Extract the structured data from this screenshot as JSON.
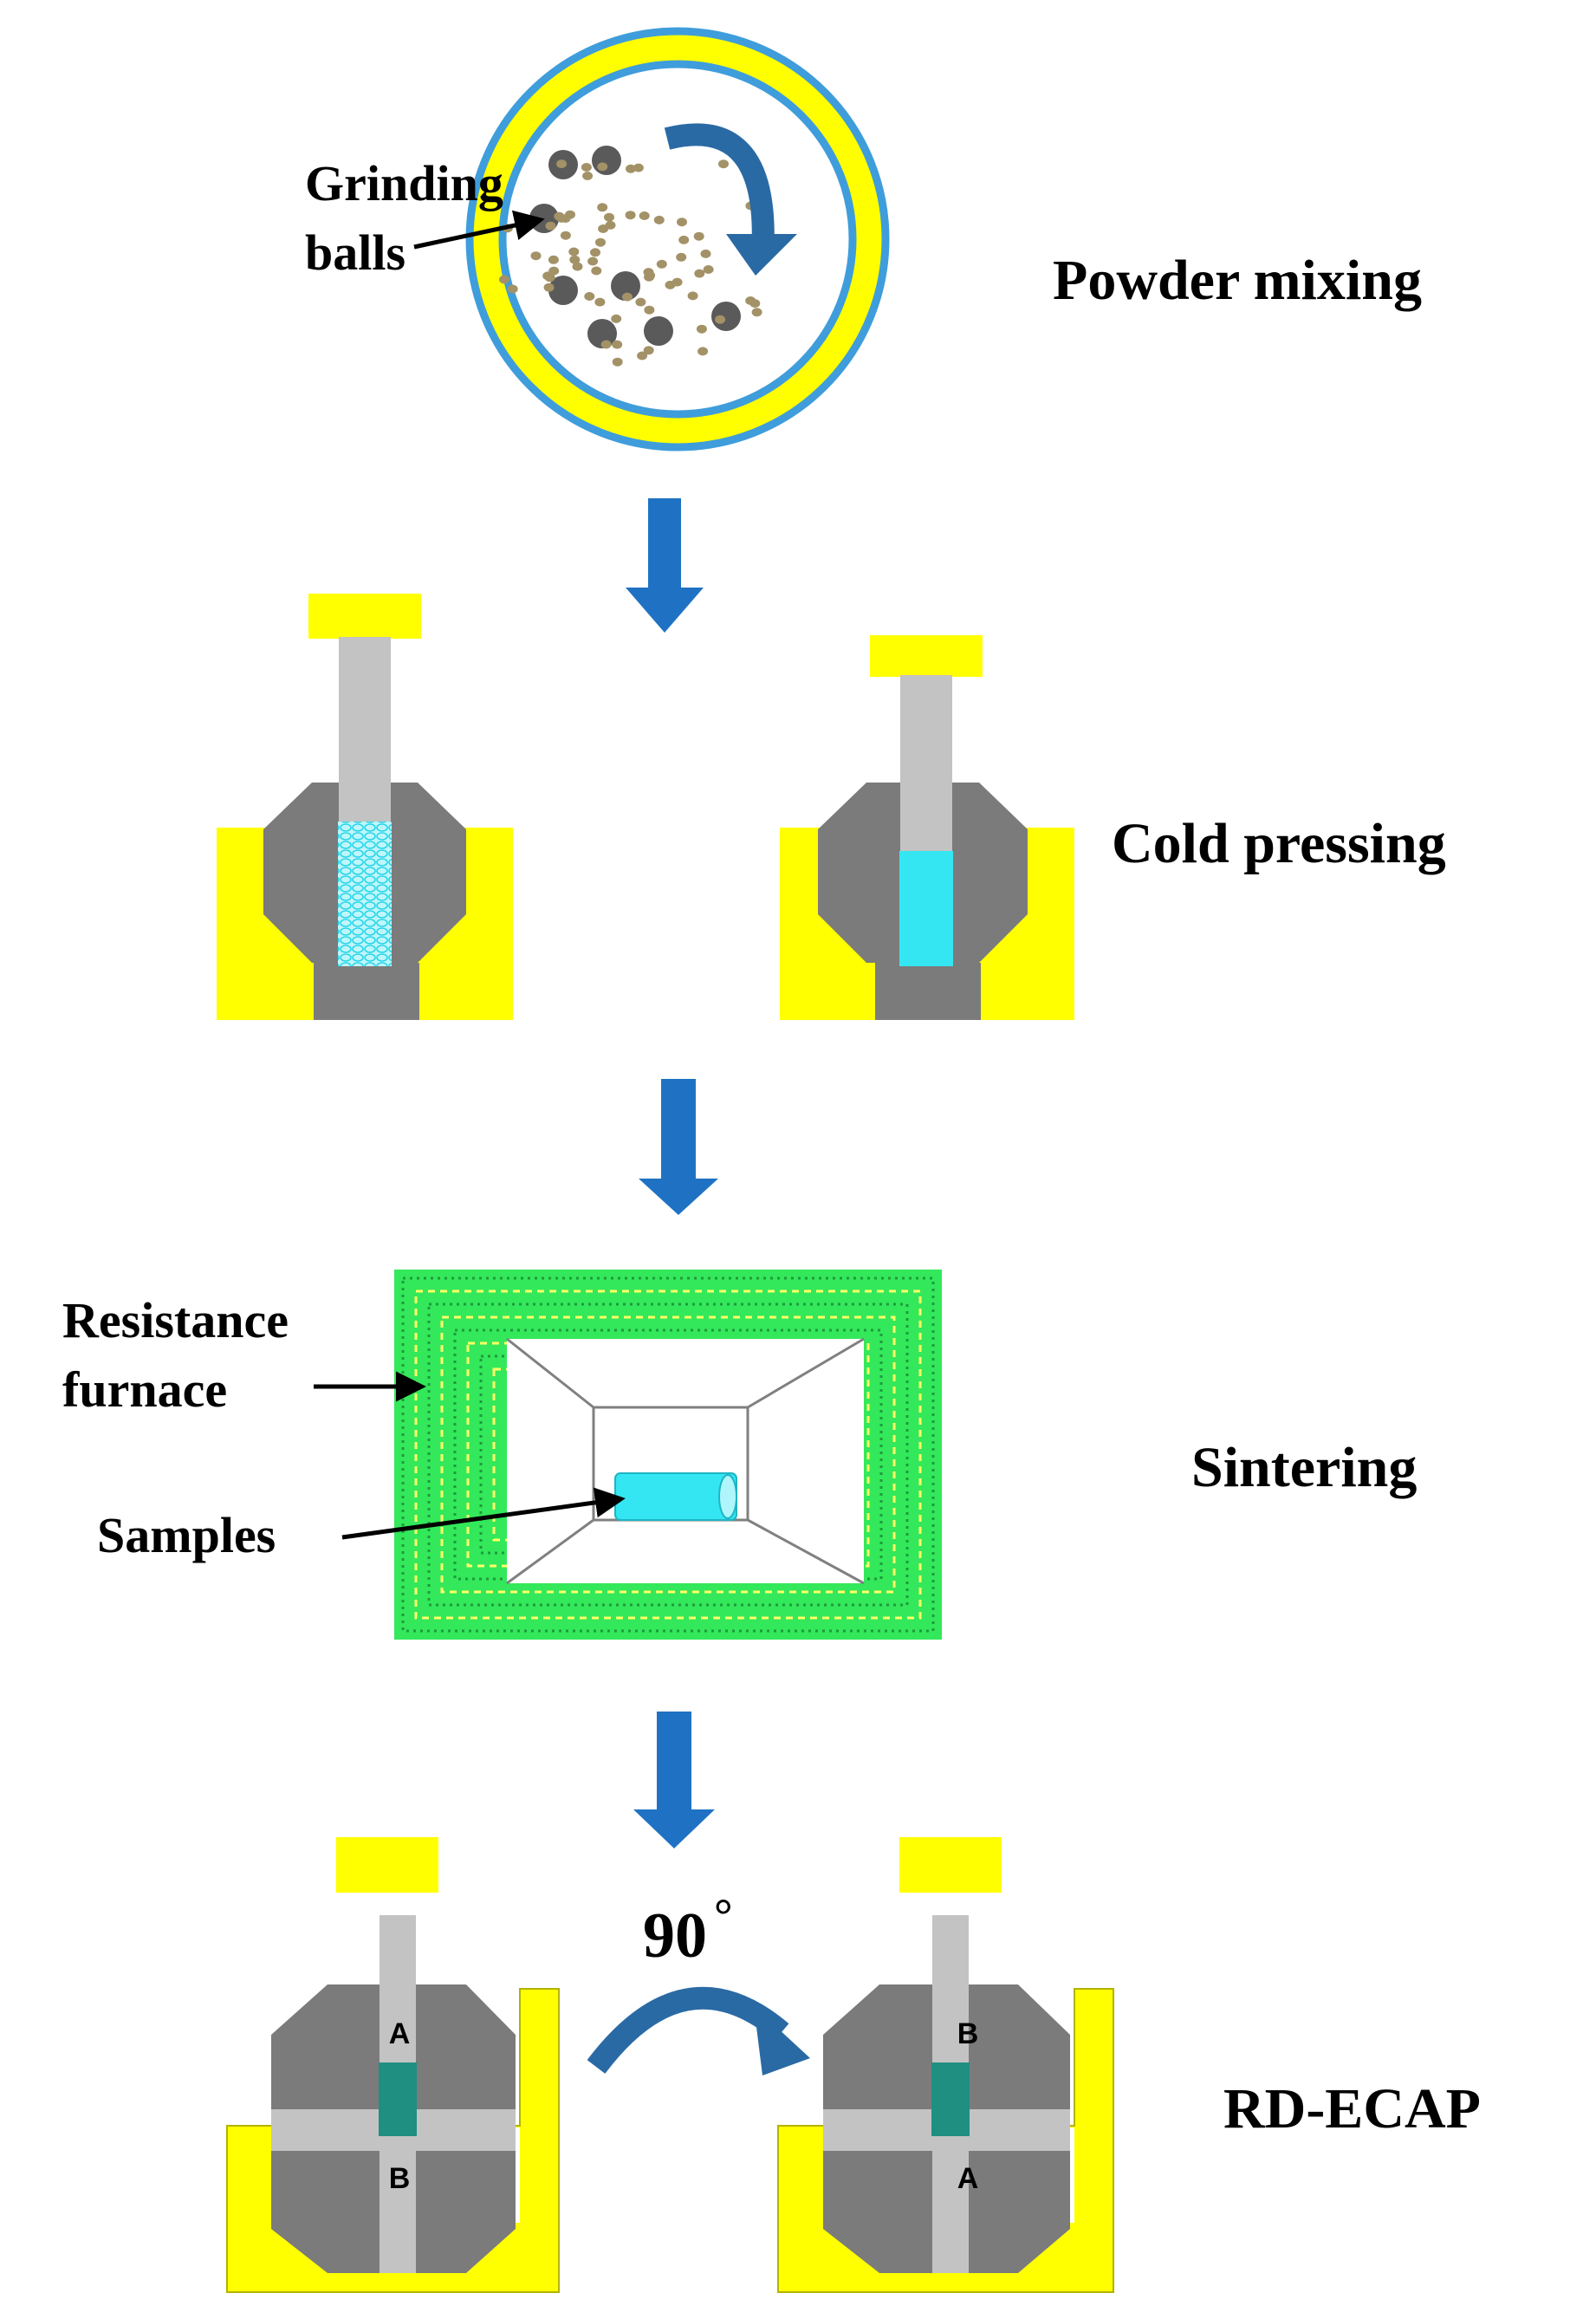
{
  "colors": {
    "yellow": "#ffff00",
    "blue_ring": "#3f9ddb",
    "arrow_blue": "#1f72c3",
    "dark_gray": "#7b7b7b",
    "light_gray": "#c3c3c3",
    "ball_gray": "#5a5a5a",
    "powder": "#a39267",
    "cyan": "#33e6f2",
    "teal": "#1f8f82",
    "furnace_green": "#33e85a"
  },
  "steps": {
    "powder_mixing": {
      "title": "Powder mixing",
      "callout": [
        "Grinding",
        "balls"
      ]
    },
    "cold_pressing": {
      "title": "Cold pressing"
    },
    "sintering": {
      "title": "Sintering",
      "callout_furnace": [
        "Resistance",
        "furnace"
      ],
      "callout_samples": "Samples"
    },
    "rd_ecap": {
      "title": "RD-ECAP",
      "rotation": "90",
      "rotation_unit": "°",
      "left_top": "A",
      "left_bottom": "B",
      "right_top": "B",
      "right_bottom": "A"
    }
  },
  "icons": {
    "flow_arrow": "down-arrow-icon",
    "rotate_arrow": "curved-rotate-arrow-icon"
  }
}
